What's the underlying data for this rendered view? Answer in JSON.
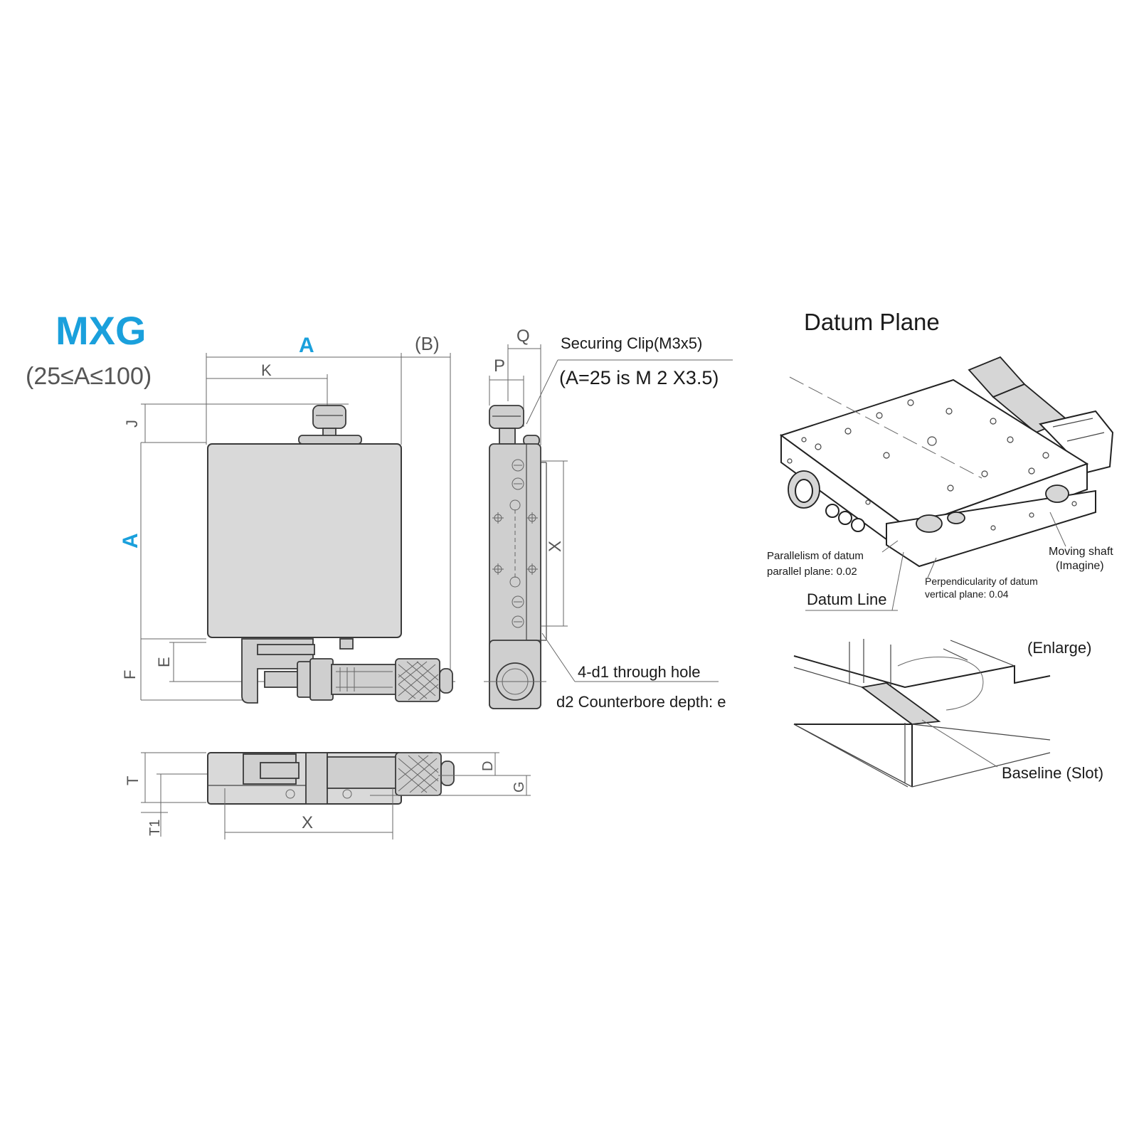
{
  "title": "MXG",
  "range": "(25≤A≤100)",
  "dims": {
    "A_top": "A",
    "B": "(B)",
    "K": "K",
    "J": "J",
    "A_side": "A",
    "F": "F",
    "E": "E",
    "Q": "Q",
    "P": "P",
    "X_side": "X",
    "T": "T",
    "T1": "T1",
    "X_bottom": "X",
    "D": "D",
    "G": "G"
  },
  "callouts": {
    "securing_clip": "Securing Clip(M3x5)",
    "a25_note": "(A=25 is M 2 X3.5)",
    "through_hole": "4-d1 through hole",
    "counterbore": "d2 Counterbore depth: e"
  },
  "datum": {
    "title": "Datum Plane",
    "parallelism_1": "Parallelism of datum",
    "parallelism_2": "parallel plane: 0.02",
    "moving_shaft_1": "Moving shaft",
    "moving_shaft_2": "(Imagine)",
    "perpendicularity_1": "Perpendicularity of datum",
    "perpendicularity_2": "vertical plane: 0.04",
    "datum_line": "Datum Line",
    "enlarge": "(Enlarge)",
    "baseline": "Baseline (Slot)"
  },
  "colors": {
    "accent": "#1aa0dc",
    "body": "#d9d9d9",
    "line": "#444444"
  }
}
